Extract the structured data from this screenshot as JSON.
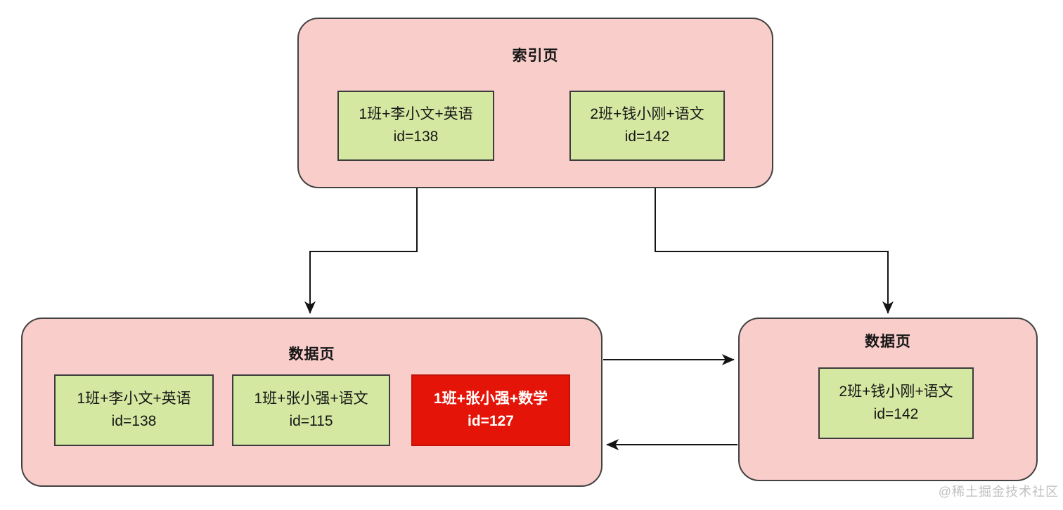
{
  "diagram": {
    "index_page": {
      "title": "索引页",
      "records": [
        {
          "key": "1班+李小文+英语",
          "id": "id=138"
        },
        {
          "key": "2班+钱小刚+语文",
          "id": "id=142"
        }
      ]
    },
    "data_page_left": {
      "title": "数据页",
      "records": [
        {
          "key": "1班+李小文+英语",
          "id": "id=138"
        },
        {
          "key": "1班+张小强+语文",
          "id": "id=115"
        },
        {
          "key": "1班+张小强+数学",
          "id": "id=127",
          "highlight": "red"
        }
      ]
    },
    "data_page_right": {
      "title": "数据页",
      "records": [
        {
          "key": "2班+钱小刚+语文",
          "id": "id=142"
        }
      ]
    }
  },
  "watermark": "@稀土掘金技术社区",
  "colors": {
    "background": "#FFFFFF",
    "page_fill": "#F9CDCA",
    "page_border": "#424242",
    "record_fill": "#D5E8A2",
    "record_border": "#3C3C3C",
    "record_red_fill": "#E41408",
    "record_red_border": "#C51106",
    "record_red_text": "#FFFFFF",
    "line": "#141414",
    "text": "#161616",
    "watermark_text": "#BDBDBD"
  }
}
